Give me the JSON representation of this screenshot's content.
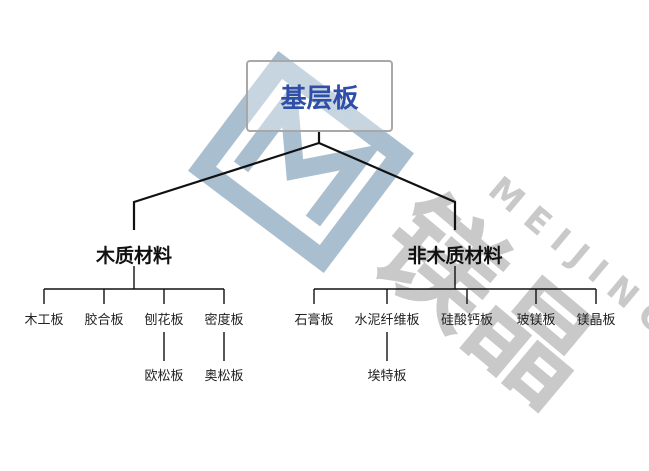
{
  "root": {
    "label": "基层板"
  },
  "categories": [
    {
      "label": "木质材料",
      "items": [
        {
          "label": "木工板"
        },
        {
          "label": "胶合板"
        },
        {
          "label": "刨花板",
          "child": "欧松板"
        },
        {
          "label": "密度板",
          "child": "奥松板"
        }
      ]
    },
    {
      "label": "非木质材料",
      "items": [
        {
          "label": "石膏板"
        },
        {
          "label": "水泥纤维板",
          "child": "埃特板"
        },
        {
          "label": "硅酸钙板"
        },
        {
          "label": "玻镁板"
        },
        {
          "label": "镁晶板"
        }
      ]
    }
  ],
  "watermark": {
    "brand_text": "MEIJING",
    "brand_cn": "镁晶",
    "logo_letter": "M",
    "color": "#a9bfd0",
    "grey": "#c9c9c9"
  }
}
